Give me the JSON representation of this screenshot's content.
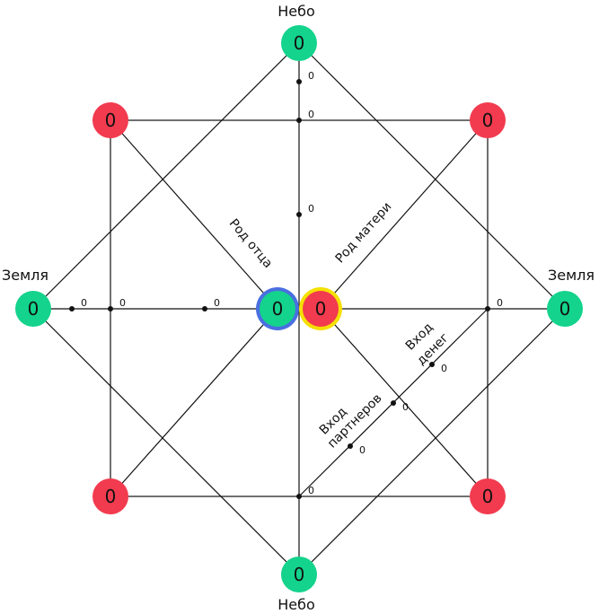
{
  "labels": {
    "top": "Небо",
    "bottom": "Небо",
    "left": "Земля",
    "right": "Земля",
    "father_line": "Род отца",
    "mother_line": "Род матери",
    "money_in_1": "Вход",
    "money_in_2": "денег",
    "partners_in_1": "Вход",
    "partners_in_2": "партнеров"
  },
  "nodes": {
    "top": "0",
    "bottom": "0",
    "left": "0",
    "right": "0",
    "top_left": "0",
    "top_right": "0",
    "bottom_left": "0",
    "bottom_right": "0",
    "center_left": "0",
    "center_right": "0"
  },
  "points": {
    "p_top_upper": "0",
    "p_top_square": "0",
    "p_top_mid": "0",
    "p_left_outer": "0",
    "p_left_square": "0",
    "p_left_mid": "0",
    "p_right_square": "0",
    "p_money": "0",
    "p_cross": "0",
    "p_partners": "0",
    "p_bottom_square": "0"
  },
  "colors": {
    "green": "#14d38c",
    "red": "#f23b4f",
    "blue_ring": "#4a6fe0",
    "yellow_ring": "#f5e000",
    "line": "#111111"
  }
}
